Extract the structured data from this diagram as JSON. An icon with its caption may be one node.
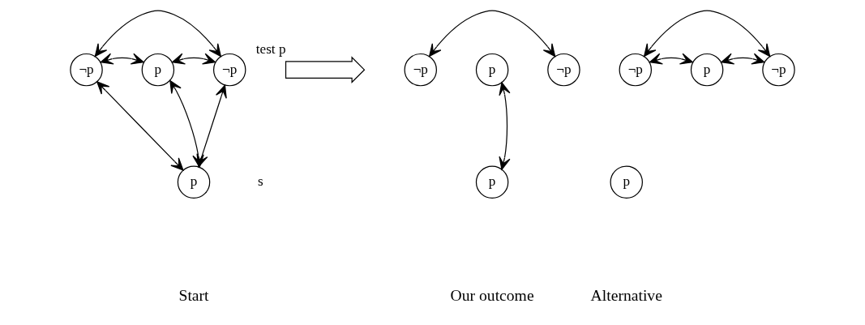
{
  "diagram": {
    "nodes": [
      {
        "text": [
          "¬p"
        ]
      },
      {
        "text": [
          "p"
        ]
      },
      {
        "text": [
          "¬p"
        ]
      },
      {
        "text": [
          "p"
        ],
        "beside": [
          "s"
        ]
      },
      {
        "text": [],
        "shape": "arrow",
        "beside": [
          "test p"
        ]
      },
      {
        "text": [
          "¬p"
        ]
      },
      {
        "text": [
          "p"
        ]
      },
      {
        "text": [
          "¬p"
        ]
      },
      {
        "text": [
          "p"
        ]
      },
      {
        "text": [
          "¬p"
        ]
      },
      {
        "text": [
          "p"
        ]
      },
      {
        "text": [
          "¬p"
        ]
      },
      {
        "text": [
          "p"
        ]
      }
    ],
    "edges": [
      {
        "from": 0,
        "to": 2,
        "arrow": "both"
      },
      {
        "from": 0,
        "to": 1,
        "arrow": "both"
      },
      {
        "from": 1,
        "to": 2,
        "arrow": "both"
      },
      {
        "from": 0,
        "to": 3,
        "arrow": "both"
      },
      {
        "from": 1,
        "to": 3,
        "arrow": "both"
      },
      {
        "from": 2,
        "to": 3,
        "arrow": "both"
      },
      {
        "from": 5,
        "to": 7,
        "arrow": "both"
      },
      {
        "from": 6,
        "to": 8,
        "arrow": "both"
      },
      {
        "from": 9,
        "to": 11,
        "arrow": "both"
      },
      {
        "from": 9,
        "to": 10,
        "arrow": "both"
      },
      {
        "from": 10,
        "to": 11,
        "arrow": "both"
      }
    ],
    "labels": [
      "Start",
      "Our outcome",
      "Alternative"
    ]
  }
}
